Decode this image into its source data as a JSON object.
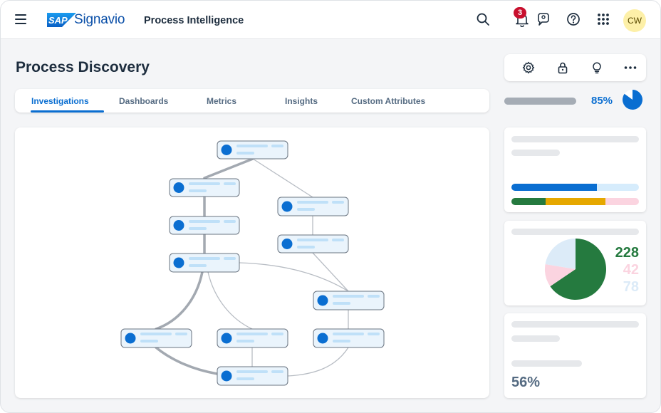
{
  "header": {
    "brand_mark": "SAP",
    "brand_name": "Signavio",
    "product": "Process Intelligence",
    "notification_count": "3",
    "avatar_initials": "CW",
    "icons": [
      "menu-icon",
      "search-icon",
      "bell-icon",
      "chat-icon",
      "help-icon",
      "grid-icon"
    ]
  },
  "page": {
    "title": "Process Discovery",
    "tabs": [
      {
        "label": "Investigations",
        "active": true
      },
      {
        "label": "Dashboards",
        "active": false
      },
      {
        "label": "Metrics",
        "active": false
      },
      {
        "label": "Insights",
        "active": false
      },
      {
        "label": "Custom Attributes",
        "active": false
      }
    ]
  },
  "toolbar": {
    "icons": [
      "gear-icon",
      "lock-icon",
      "lightbulb-icon",
      "more-icon"
    ]
  },
  "progress": {
    "value": 0.85,
    "label": "85%"
  },
  "bars_card": {
    "bar1": [
      {
        "fraction": 0.67,
        "color": "#0a6ed1"
      },
      {
        "fraction": 0.33,
        "color": "#d6ecfc"
      }
    ],
    "bar2": [
      {
        "fraction": 0.27,
        "color": "#257a3f"
      },
      {
        "fraction": 0.47,
        "color": "#e6a800"
      },
      {
        "fraction": 0.26,
        "color": "#fbd4e0"
      }
    ]
  },
  "pie_card": {
    "slices": [
      {
        "value": 228,
        "label": "228",
        "color": "#257a3f"
      },
      {
        "value": 42,
        "label": "42",
        "color": "#fbd4e0"
      },
      {
        "value": 78,
        "label": "78",
        "color": "#dcebf8"
      }
    ]
  },
  "kpi_card": {
    "value": "56%"
  },
  "colors": {
    "accent": "#0a6ed1",
    "node_dot": "#0a6ed1",
    "node_fill": "#eaf4fc"
  }
}
